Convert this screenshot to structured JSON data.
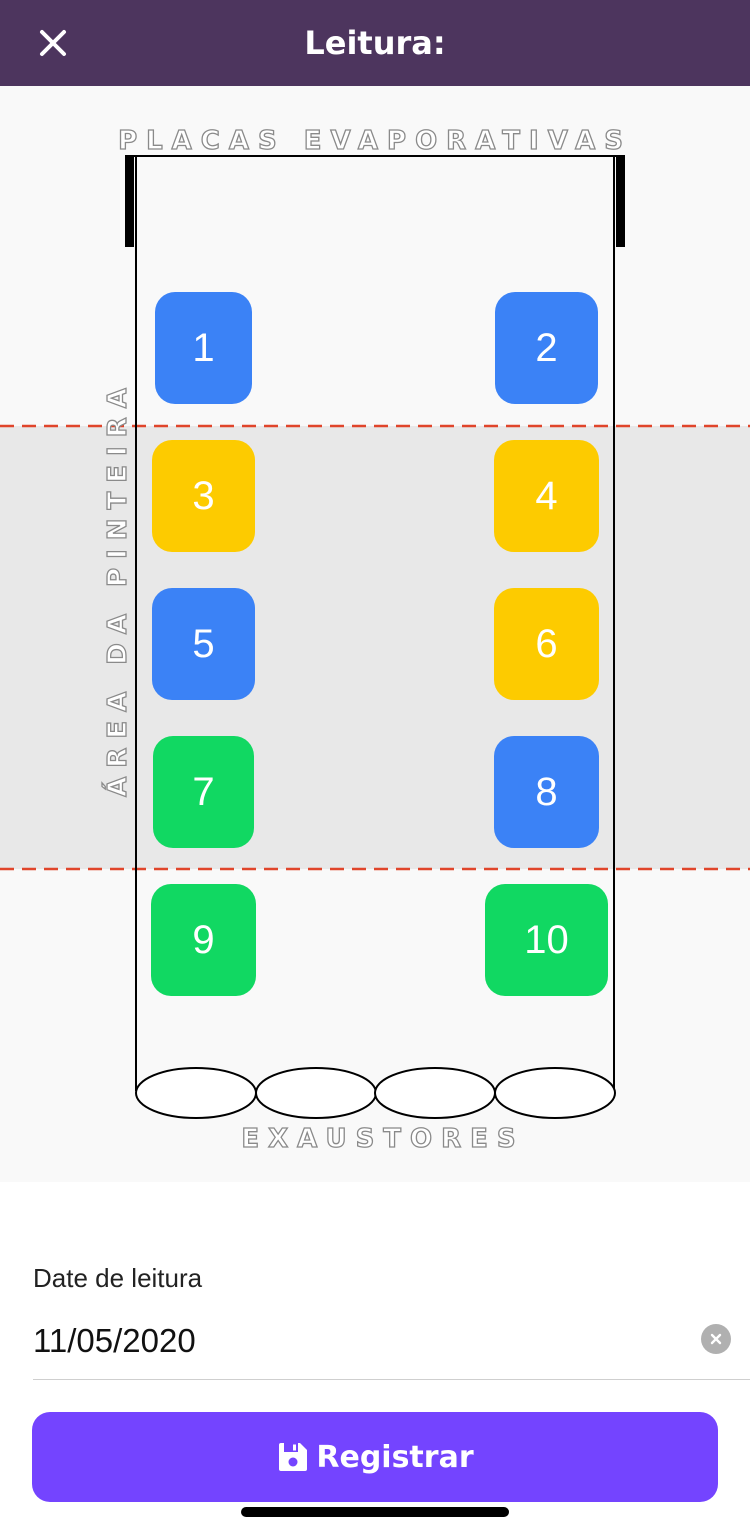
{
  "header": {
    "title": "Leitura:",
    "close_icon": "close-icon"
  },
  "diagram": {
    "top_label": "PLACAS EVAPORATIVAS",
    "bottom_label": "EXAUSTORES",
    "side_label": "ÁREA DA PINTEIRA",
    "colors": {
      "blue": "#3b82f6",
      "yellow": "#fdcb00",
      "green": "#11d862",
      "zone": "#e8e8e8",
      "dash": "#e0452b"
    },
    "sensors": [
      {
        "label": "1",
        "status": "blue"
      },
      {
        "label": "2",
        "status": "blue"
      },
      {
        "label": "3",
        "status": "yellow"
      },
      {
        "label": "4",
        "status": "yellow"
      },
      {
        "label": "5",
        "status": "blue"
      },
      {
        "label": "6",
        "status": "yellow"
      },
      {
        "label": "7",
        "status": "green"
      },
      {
        "label": "8",
        "status": "blue"
      },
      {
        "label": "9",
        "status": "green"
      },
      {
        "label": "10",
        "status": "green"
      }
    ]
  },
  "form": {
    "date_label": "Date de leitura",
    "date_value": "11/05/2020",
    "clear_icon": "clear-circle-icon"
  },
  "submit": {
    "label": "Registrar",
    "icon": "save-icon",
    "color": "#7444ff"
  }
}
